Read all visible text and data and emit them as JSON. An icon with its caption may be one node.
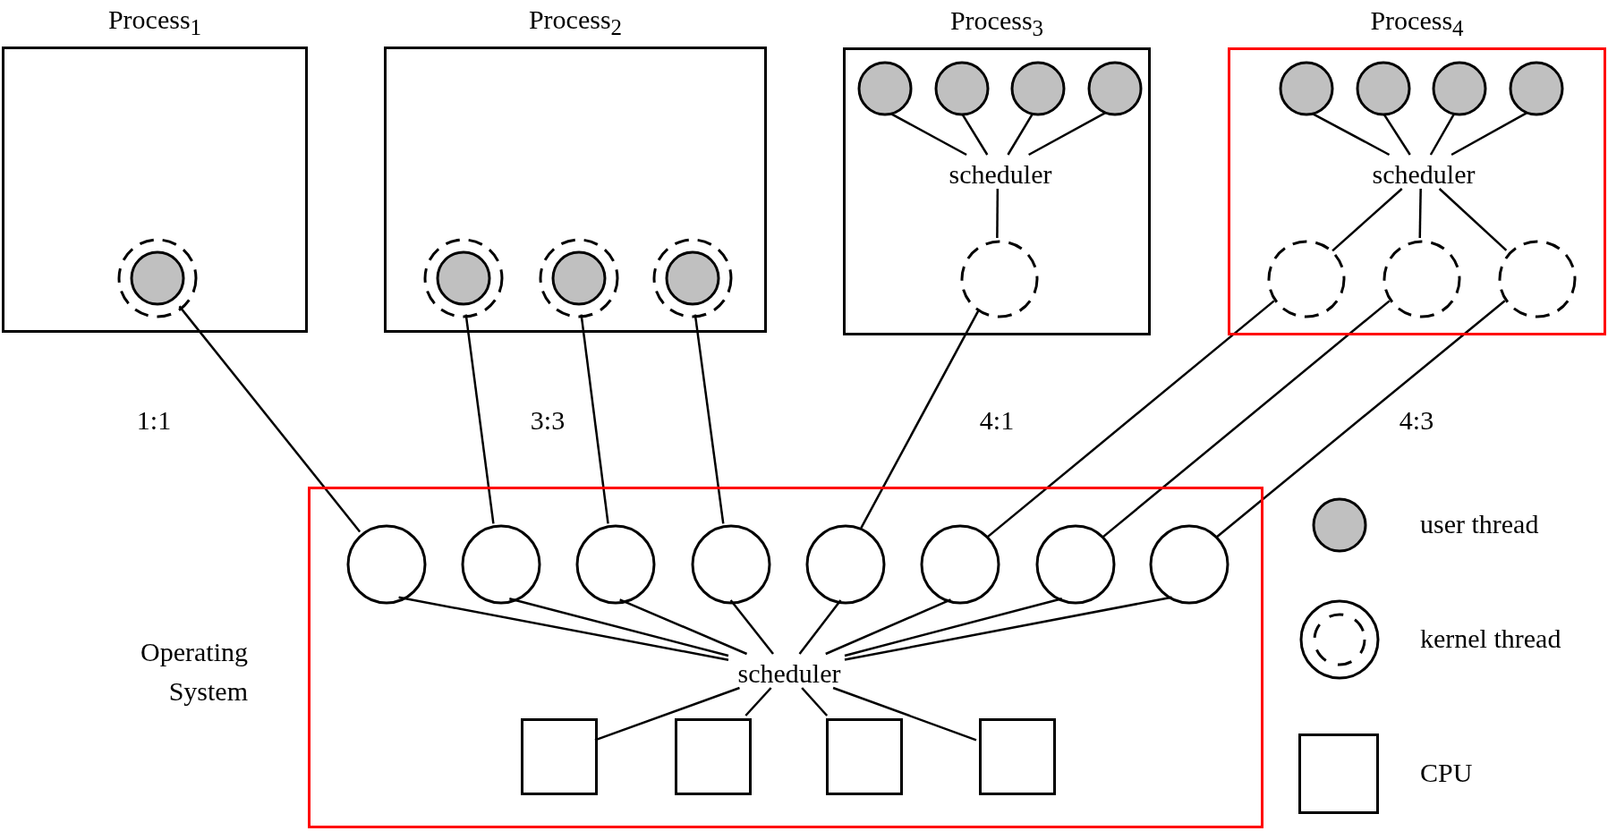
{
  "diagram": {
    "nodes": [
      {
        "text": [
          "Process$_{1}$"
        ]
      },
      {
        "text": [],
        "shape": "circle",
        "in": 0
      },
      {
        "text": [
          "Process$_{2}$"
        ]
      },
      {
        "text": [],
        "shape": "circle",
        "in": 2
      },
      {
        "text": [],
        "shape": "circle",
        "in": 2
      },
      {
        "text": [],
        "shape": "circle",
        "in": 2
      },
      {
        "text": [
          "Process$_{3}$"
        ]
      },
      {
        "text": [],
        "shape": "circle",
        "in": 6
      },
      {
        "text": [],
        "shape": "circle",
        "in": 6
      },
      {
        "text": [],
        "shape": "circle",
        "in": 6
      },
      {
        "text": [],
        "shape": "circle",
        "in": 6
      },
      {
        "text": [
          "scheduler"
        ],
        "in": 6
      },
      {
        "text": [],
        "shape": "circle",
        "in": 6
      },
      {
        "text": [
          "Process$_{4}$"
        ]
      },
      {
        "text": [],
        "shape": "circle",
        "in": 13
      },
      {
        "text": [],
        "shape": "circle",
        "in": 13
      },
      {
        "text": [],
        "shape": "circle",
        "in": 13
      },
      {
        "text": [],
        "shape": "circle",
        "in": 13
      },
      {
        "text": [
          "scheduler"
        ],
        "in": 13
      },
      {
        "text": [],
        "shape": "circle",
        "in": 13
      },
      {
        "text": [],
        "shape": "circle",
        "in": 13
      },
      {
        "text": [],
        "shape": "circle",
        "in": 13
      },
      {
        "text": [
          "Operating System"
        ]
      },
      {
        "text": [],
        "shape": "circle",
        "in": 22
      },
      {
        "text": [],
        "shape": "circle",
        "in": 22
      },
      {
        "text": [],
        "shape": "circle",
        "in": 22
      },
      {
        "text": [],
        "shape": "circle",
        "in": 22
      },
      {
        "text": [],
        "shape": "circle",
        "in": 22
      },
      {
        "text": [],
        "shape": "circle",
        "in": 22
      },
      {
        "text": [],
        "shape": "circle",
        "in": 22
      },
      {
        "text": [],
        "shape": "circle",
        "in": 22
      },
      {
        "text": [
          "scheduler"
        ],
        "in": 22
      },
      {
        "text": [],
        "shape": "box",
        "in": 22
      },
      {
        "text": [],
        "shape": "box",
        "in": 22
      },
      {
        "text": [],
        "shape": "box",
        "in": 22
      },
      {
        "text": [],
        "shape": "box",
        "in": 22
      }
    ],
    "edges": [
      {
        "from": 7,
        "to": 11,
        "arrow": "none"
      },
      {
        "from": 8,
        "to": 11,
        "arrow": "none"
      },
      {
        "from": 9,
        "to": 11,
        "arrow": "none"
      },
      {
        "from": 10,
        "to": 11,
        "arrow": "none"
      },
      {
        "from": 11,
        "to": 12,
        "arrow": "none"
      },
      {
        "from": 14,
        "to": 18,
        "arrow": "none"
      },
      {
        "from": 15,
        "to": 18,
        "arrow": "none"
      },
      {
        "from": 16,
        "to": 18,
        "arrow": "none"
      },
      {
        "from": 17,
        "to": 18,
        "arrow": "none"
      },
      {
        "from": 18,
        "to": 19,
        "arrow": "none"
      },
      {
        "from": 18,
        "to": 20,
        "arrow": "none"
      },
      {
        "from": 18,
        "to": 21,
        "arrow": "none"
      },
      {
        "from": 1,
        "to": 23,
        "arrow": "none"
      },
      {
        "from": 3,
        "to": 24,
        "arrow": "none"
      },
      {
        "from": 4,
        "to": 25,
        "arrow": "none"
      },
      {
        "from": 5,
        "to": 26,
        "arrow": "none"
      },
      {
        "from": 12,
        "to": 27,
        "arrow": "none"
      },
      {
        "from": 19,
        "to": 28,
        "arrow": "none"
      },
      {
        "from": 20,
        "to": 29,
        "arrow": "none"
      },
      {
        "from": 21,
        "to": 30,
        "arrow": "none"
      },
      {
        "from": 23,
        "to": 31,
        "arrow": "none"
      },
      {
        "from": 24,
        "to": 31,
        "arrow": "none"
      },
      {
        "from": 25,
        "to": 31,
        "arrow": "none"
      },
      {
        "from": 26,
        "to": 31,
        "arrow": "none"
      },
      {
        "from": 27,
        "to": 31,
        "arrow": "none"
      },
      {
        "from": 28,
        "to": 31,
        "arrow": "none"
      },
      {
        "from": 29,
        "to": 31,
        "arrow": "none"
      },
      {
        "from": 30,
        "to": 31,
        "arrow": "none"
      },
      {
        "from": 31,
        "to": 32,
        "arrow": "none"
      },
      {
        "from": 31,
        "to": 33,
        "arrow": "none"
      },
      {
        "from": 31,
        "to": 34,
        "arrow": "none"
      },
      {
        "from": 31,
        "to": 35,
        "arrow": "none"
      }
    ],
    "labels": [
      "1:1",
      "3:3",
      "4:1",
      "4:3"
    ],
    "legend": [
      {
        "text": "user thread"
      },
      {
        "text": "kernel thread"
      },
      {
        "text": "CPU"
      }
    ]
  }
}
